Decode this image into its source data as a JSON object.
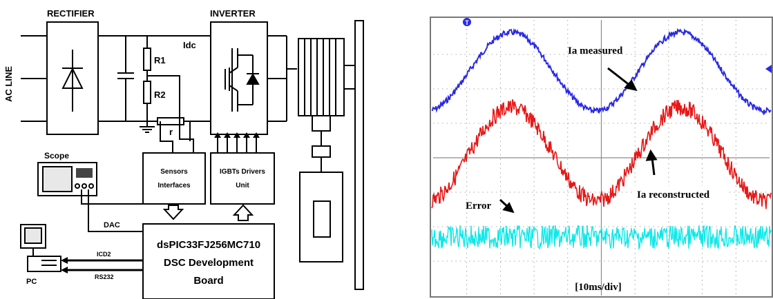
{
  "schematic": {
    "ac_line": "AC LINE",
    "rectifier": "RECTIFIER",
    "inverter": "INVERTER",
    "idc": "Idc",
    "r1": "R1",
    "r2": "R2",
    "r": "r",
    "scope": "Scope",
    "sensors_line1": "Sensors",
    "sensors_line2": "Interfaces",
    "igbt_line1": "IGBTs Drivers",
    "igbt_line2": "Unit",
    "dac": "DAC",
    "icd2": "ICD2",
    "rs232": "RS232",
    "pc": "PC",
    "dsc_line1": "dsPIC33FJ256MC710",
    "dsc_line2": "DSC Development",
    "dsc_line3": "Board"
  },
  "oscilloscope": {
    "ia_measured": "Ia measured",
    "ia_reconstructed": "Ia reconstructed",
    "error": "Error",
    "timebase": "[10ms/div]",
    "trigger_marker": "T",
    "colors": {
      "measured": "#2a2ae6",
      "reconstructed": "#e81818",
      "error": "#10e8e8",
      "grid": "#8a8a8a"
    }
  }
}
